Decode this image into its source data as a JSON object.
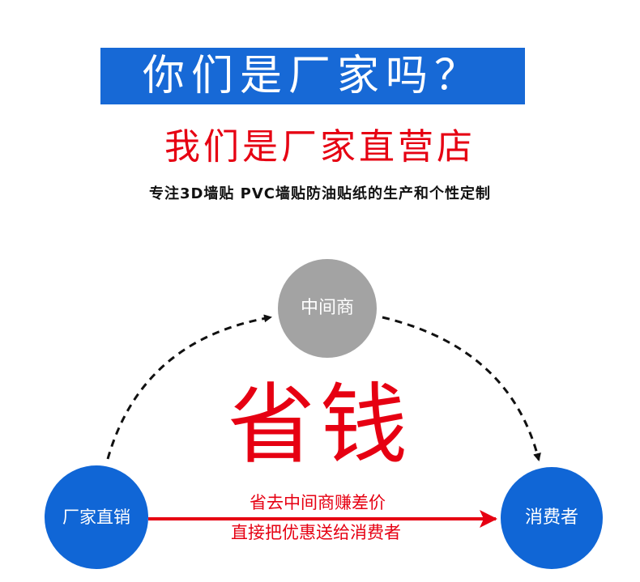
{
  "banner": {
    "text": "你们是厂家吗？"
  },
  "headline": {
    "text": "我们是厂家直营店"
  },
  "subline": {
    "text": "专注3D墙贴 PVC墙贴防油贴纸的生产和个性定制"
  },
  "diagram": {
    "middleman_label": "中间商",
    "factory_label": "厂家直销",
    "consumer_label": "消费者",
    "big_text": "省钱",
    "note_line1": "省去中间商赚差价",
    "note_line2": "直接把优惠送给消费者"
  },
  "colors": {
    "banner_blue": "#1769d6",
    "circle_blue": "#1066d6",
    "circle_gray": "#a3a3a3",
    "accent_red": "#e60012",
    "arrow_dash": "#111111"
  }
}
